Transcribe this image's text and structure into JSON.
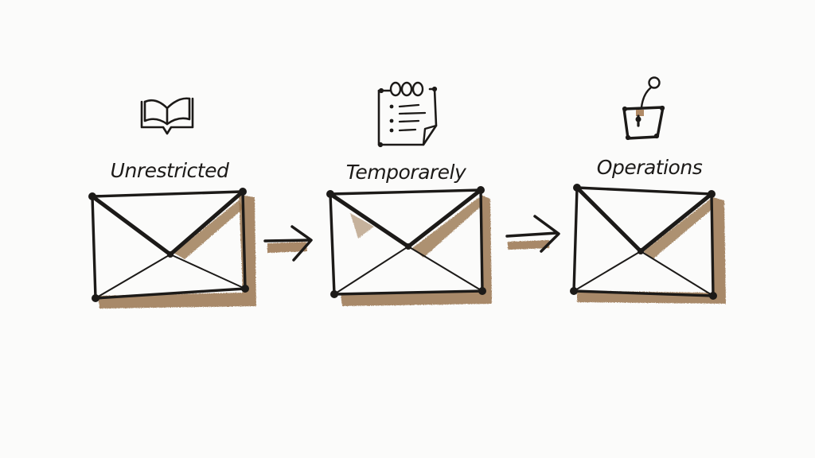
{
  "diagram": {
    "style": "hand-drawn marker sketch",
    "colors": {
      "ink": "#1c1a18",
      "shadow": "#9a7550",
      "background": "#fbfbfa"
    },
    "steps": [
      {
        "id": "unrestricted",
        "label": "Unrestricted",
        "icon": "open-book-icon"
      },
      {
        "id": "temporarely",
        "label": "Temporarely",
        "icon": "notepad-checklist-icon"
      },
      {
        "id": "operations",
        "label": "Operations",
        "icon": "padlock-icon"
      }
    ],
    "connectors": [
      {
        "from": "unrestricted",
        "to": "temporarely",
        "type": "arrow"
      },
      {
        "from": "temporarely",
        "to": "operations",
        "type": "arrow"
      }
    ]
  }
}
